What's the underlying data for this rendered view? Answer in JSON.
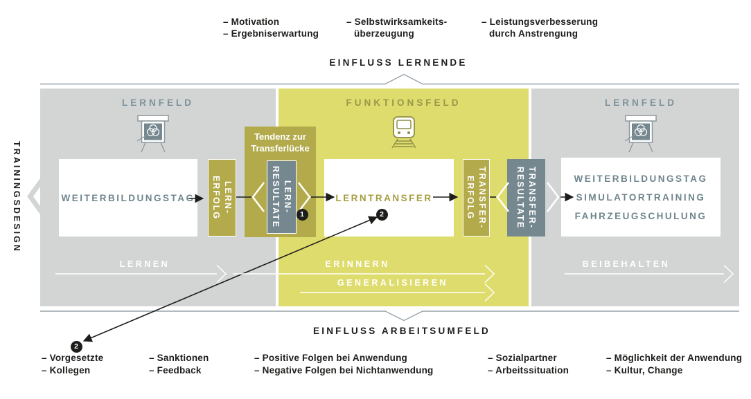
{
  "colors": {
    "panel_gray": "#d3d5d5",
    "panel_yellow": "#dfdc6e",
    "olive_box": "#b3aa4b",
    "slate_box": "#76888f",
    "slate_text": "#6f858e",
    "title_slate": "#7d929b",
    "title_olive": "#98984a",
    "lerntransfer_text": "#a59d3f",
    "line_gray": "#97a3a9",
    "black": "#1d1d1b"
  },
  "top_influences": {
    "label": "EINFLUSS LERNENDE",
    "groups": [
      {
        "line1": "– Motivation",
        "line2": "– Ergebniserwartung"
      },
      {
        "line1": "– Selbstwirksamkeits-",
        "line2": "überzeugung"
      },
      {
        "line1": "– Leistungsverbesserung",
        "line2": "durch Anstrengung"
      }
    ]
  },
  "bottom_influences": {
    "label": "EINFLUSS ARBEITSUMFELD",
    "groups": [
      {
        "line1": "– Vorgesetzte",
        "line2": "– Kollegen"
      },
      {
        "line1": "– Sanktionen",
        "line2": "– Feedback"
      },
      {
        "line1": "– Positive Folgen bei Anwendung",
        "line2": "– Negative Folgen bei Nichtanwendung"
      },
      {
        "line1": "– Sozialpartner",
        "line2": "– Arbeitssituation"
      },
      {
        "line1": "– Möglichkeit der Anwendung",
        "line2": "– Kultur, Change"
      }
    ]
  },
  "left_axis": {
    "label": "TRAININGSDESIGN"
  },
  "panels": {
    "learning_left": {
      "title": "LERNFELD"
    },
    "function": {
      "title": "FUNKTIONSFELD"
    },
    "learning_right": {
      "title": "LERNFELD"
    }
  },
  "boxes": {
    "weiterbildungstag": {
      "label": "WEITERBILDUNGSTAG"
    },
    "lern_erfolg": {
      "line1": "LERN-",
      "line2": "ERFOLG"
    },
    "transfer_gap": {
      "line1": "Tendenz zur",
      "line2": "Transferlücke"
    },
    "lern_resultate": {
      "line1": "LERN-",
      "line2": "RESULTATE"
    },
    "lerntransfer": {
      "label": "LERNTRANSFER"
    },
    "transfer_erfolg": {
      "line1": "TRANSFER-",
      "line2": "ERFOLG"
    },
    "transfer_resultate": {
      "line1": "TRANSFER-",
      "line2": "RESULTATE"
    },
    "application": {
      "line1": "WEITERBILDUNGSTAG",
      "line2": "SIMULATORTRAINING",
      "line3": "FAHRZEUGSCHULUNG"
    }
  },
  "phases": {
    "lernen": "LERNEN",
    "erinnern": "ERINNERN",
    "generalisieren": "GENERALISIEREN",
    "beibehalten": "BEIBEHALTEN"
  },
  "markers": {
    "one": "1",
    "two_upper": "2",
    "two_lower": "2"
  }
}
